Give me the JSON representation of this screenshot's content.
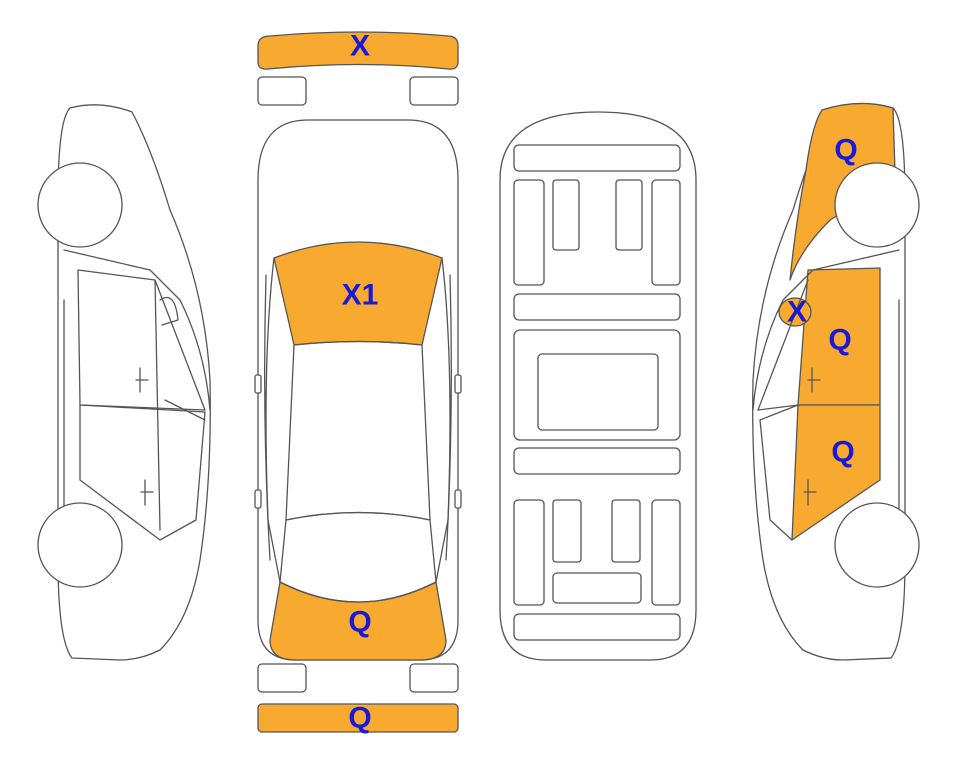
{
  "colors": {
    "damage_fill": "#F8A930",
    "label_text": "#1A1AD6",
    "outline": "#555555"
  },
  "labels": {
    "front_bumper": "X",
    "windshield": "X1",
    "rear_window": "Q",
    "rear_bumper": "Q",
    "right_rear_quarter": "Q",
    "right_fuel_door": "X",
    "right_rear_door": "Q",
    "right_front_door": "Q"
  }
}
